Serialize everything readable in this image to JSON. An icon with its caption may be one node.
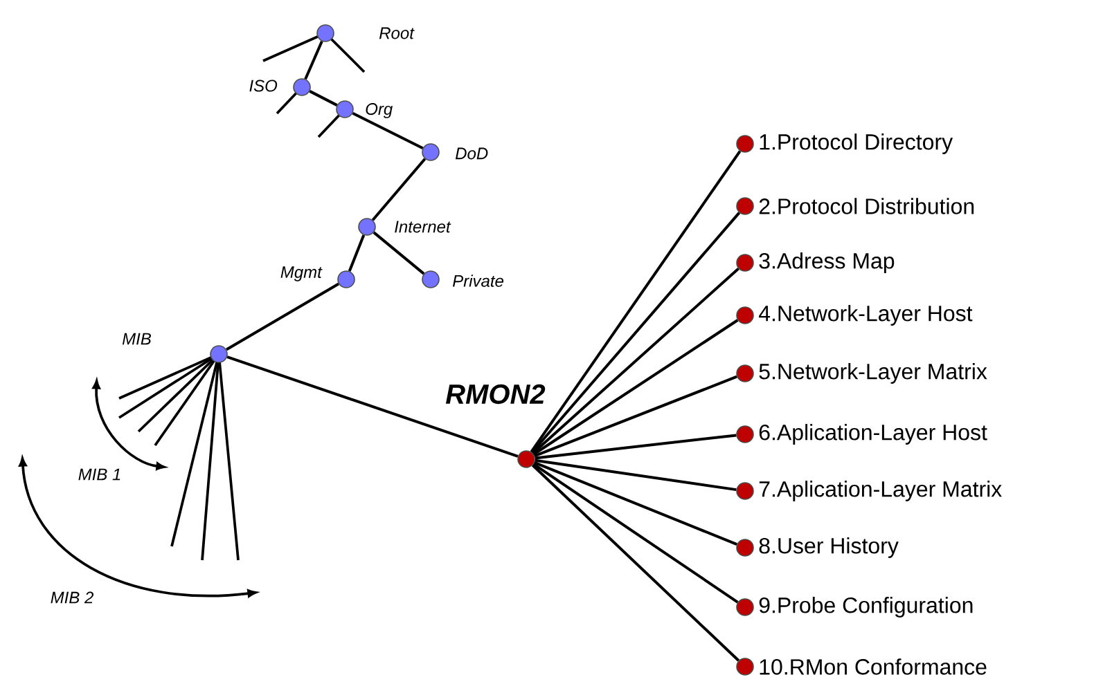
{
  "diagram": {
    "nodes": [
      {
        "text": [],
        "shape": "circle",
        "beside": [
          "Root"
        ]
      },
      {
        "text": [],
        "shape": "circle",
        "beside": [
          "ISO"
        ]
      },
      {
        "text": [],
        "shape": "circle",
        "beside": [
          "Org"
        ]
      },
      {
        "text": [],
        "shape": "circle",
        "beside": [
          "DoD"
        ]
      },
      {
        "text": [],
        "shape": "circle",
        "beside": [
          "Internet"
        ]
      },
      {
        "text": [],
        "shape": "circle",
        "beside": [
          "Mgmt"
        ]
      },
      {
        "text": [],
        "shape": "circle",
        "beside": [
          "Private"
        ]
      },
      {
        "text": [],
        "shape": "circle",
        "beside": [
          "MIB"
        ]
      },
      {
        "text": [],
        "shape": "circle",
        "beside": [
          "RMON2"
        ]
      },
      {
        "text": [],
        "shape": "circle",
        "beside": [
          "1.Protocol Directory"
        ]
      },
      {
        "text": [],
        "shape": "circle",
        "beside": [
          "2.Protocol Distribution"
        ]
      },
      {
        "text": [],
        "shape": "circle",
        "beside": [
          "3.Adress Map"
        ]
      },
      {
        "text": [],
        "shape": "circle",
        "beside": [
          "4.Network-Layer Host"
        ]
      },
      {
        "text": [],
        "shape": "circle",
        "beside": [
          "5.Network-Layer Matrix"
        ]
      },
      {
        "text": [],
        "shape": "circle",
        "beside": [
          "6.Aplication-Layer Host"
        ]
      },
      {
        "text": [],
        "shape": "circle",
        "beside": [
          "7.Aplication-Layer Matrix"
        ]
      },
      {
        "text": [],
        "shape": "circle",
        "beside": [
          "8.User History"
        ]
      },
      {
        "text": [],
        "shape": "circle",
        "beside": [
          "9.Probe Configuration"
        ]
      },
      {
        "text": [],
        "shape": "circle",
        "beside": [
          "10.RMon Conformance"
        ]
      }
    ],
    "edges": [
      {
        "from": 0,
        "to": 1,
        "arrow": "none"
      },
      {
        "from": 1,
        "to": 2,
        "arrow": "none"
      },
      {
        "from": 2,
        "to": 3,
        "arrow": "none"
      },
      {
        "from": 3,
        "to": 4,
        "arrow": "none"
      },
      {
        "from": 4,
        "to": 5,
        "arrow": "none"
      },
      {
        "from": 4,
        "to": 6,
        "arrow": "none"
      },
      {
        "from": 5,
        "to": 7,
        "arrow": "none"
      },
      {
        "from": 7,
        "to": 8,
        "arrow": "none"
      },
      {
        "from": 8,
        "to": 9,
        "arrow": "none"
      },
      {
        "from": 8,
        "to": 10,
        "arrow": "none"
      },
      {
        "from": 8,
        "to": 11,
        "arrow": "none"
      },
      {
        "from": 8,
        "to": 12,
        "arrow": "none"
      },
      {
        "from": 8,
        "to": 13,
        "arrow": "none"
      },
      {
        "from": 8,
        "to": 14,
        "arrow": "none"
      },
      {
        "from": 8,
        "to": 15,
        "arrow": "none"
      },
      {
        "from": 8,
        "to": 16,
        "arrow": "none"
      },
      {
        "from": 8,
        "to": 17,
        "arrow": "none"
      },
      {
        "from": 8,
        "to": 18,
        "arrow": "none"
      }
    ],
    "labels": [
      "MIB 1",
      "MIB 2"
    ]
  }
}
